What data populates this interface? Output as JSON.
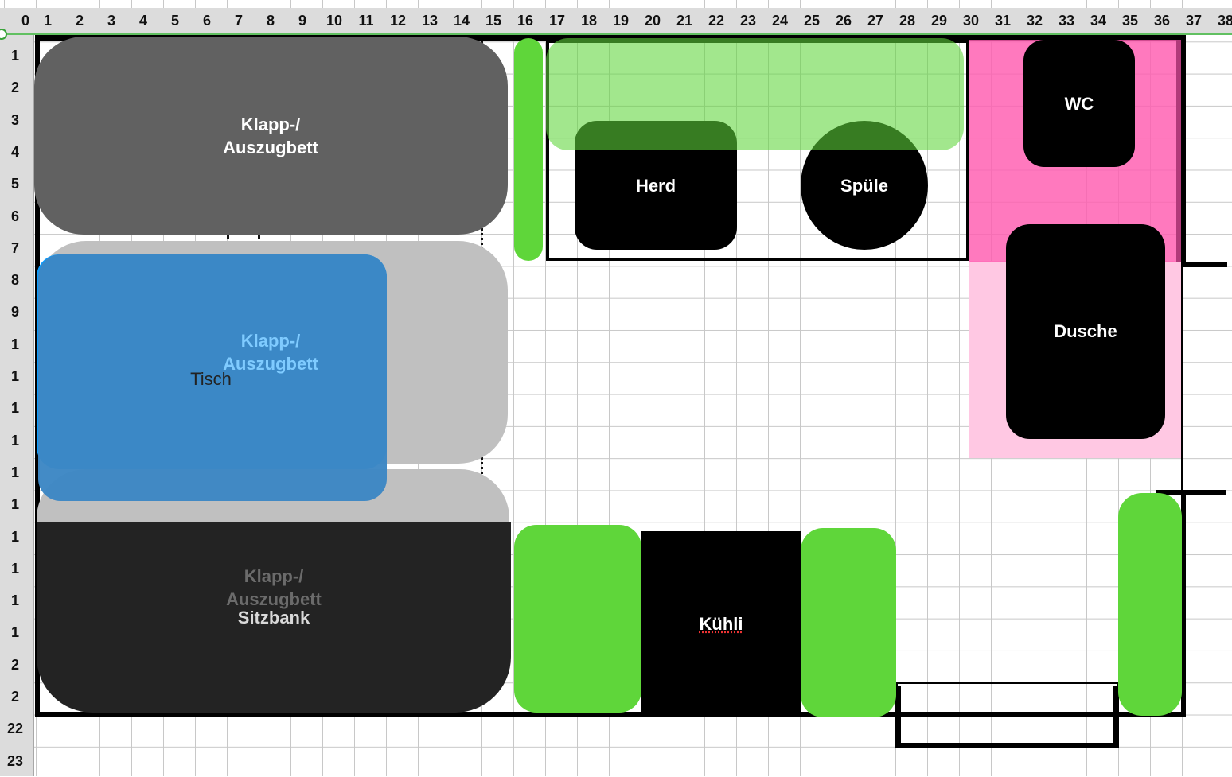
{
  "columns": [
    "0",
    "1",
    "2",
    "3",
    "4",
    "5",
    "6",
    "7",
    "8",
    "9",
    "10",
    "11",
    "12",
    "13",
    "14",
    "15",
    "16",
    "17",
    "18",
    "19",
    "20",
    "21",
    "22",
    "23",
    "24",
    "25",
    "26",
    "27",
    "28",
    "29",
    "30",
    "31",
    "32",
    "33",
    "34",
    "35",
    "36",
    "37",
    "38"
  ],
  "rows": [
    "1",
    "2",
    "3",
    "4",
    "5",
    "6",
    "7",
    "8",
    "9",
    "1",
    "1",
    "1",
    "1",
    "1",
    "1",
    "1",
    "1",
    "1",
    "1",
    "2",
    "2",
    "22",
    "23"
  ],
  "labels": {
    "bed_top": "Klapp-/\nAuszugbett",
    "bed_middle": "Klapp-/\nAuszugbett",
    "bed_bottom": "Klapp-/\nAuszugbett",
    "table": "Tisch",
    "bench": "Sitzbank",
    "stove": "Herd",
    "sink": "Spüle",
    "toilet": "WC",
    "shower": "Dusche",
    "fridge": "Kühli"
  },
  "colors": {
    "bed_top": "#616161",
    "bed_ghost": "#c0c0c0",
    "table": "#3d87c4",
    "table_edge": "#0a9cff",
    "bench": "#232323",
    "green": "#5fd63a",
    "light_green": "#a2e78c",
    "dark_green": "#3f8a29",
    "pink": "#ff80c0",
    "light_pink": "#ffc8e3",
    "black": "#000000"
  }
}
